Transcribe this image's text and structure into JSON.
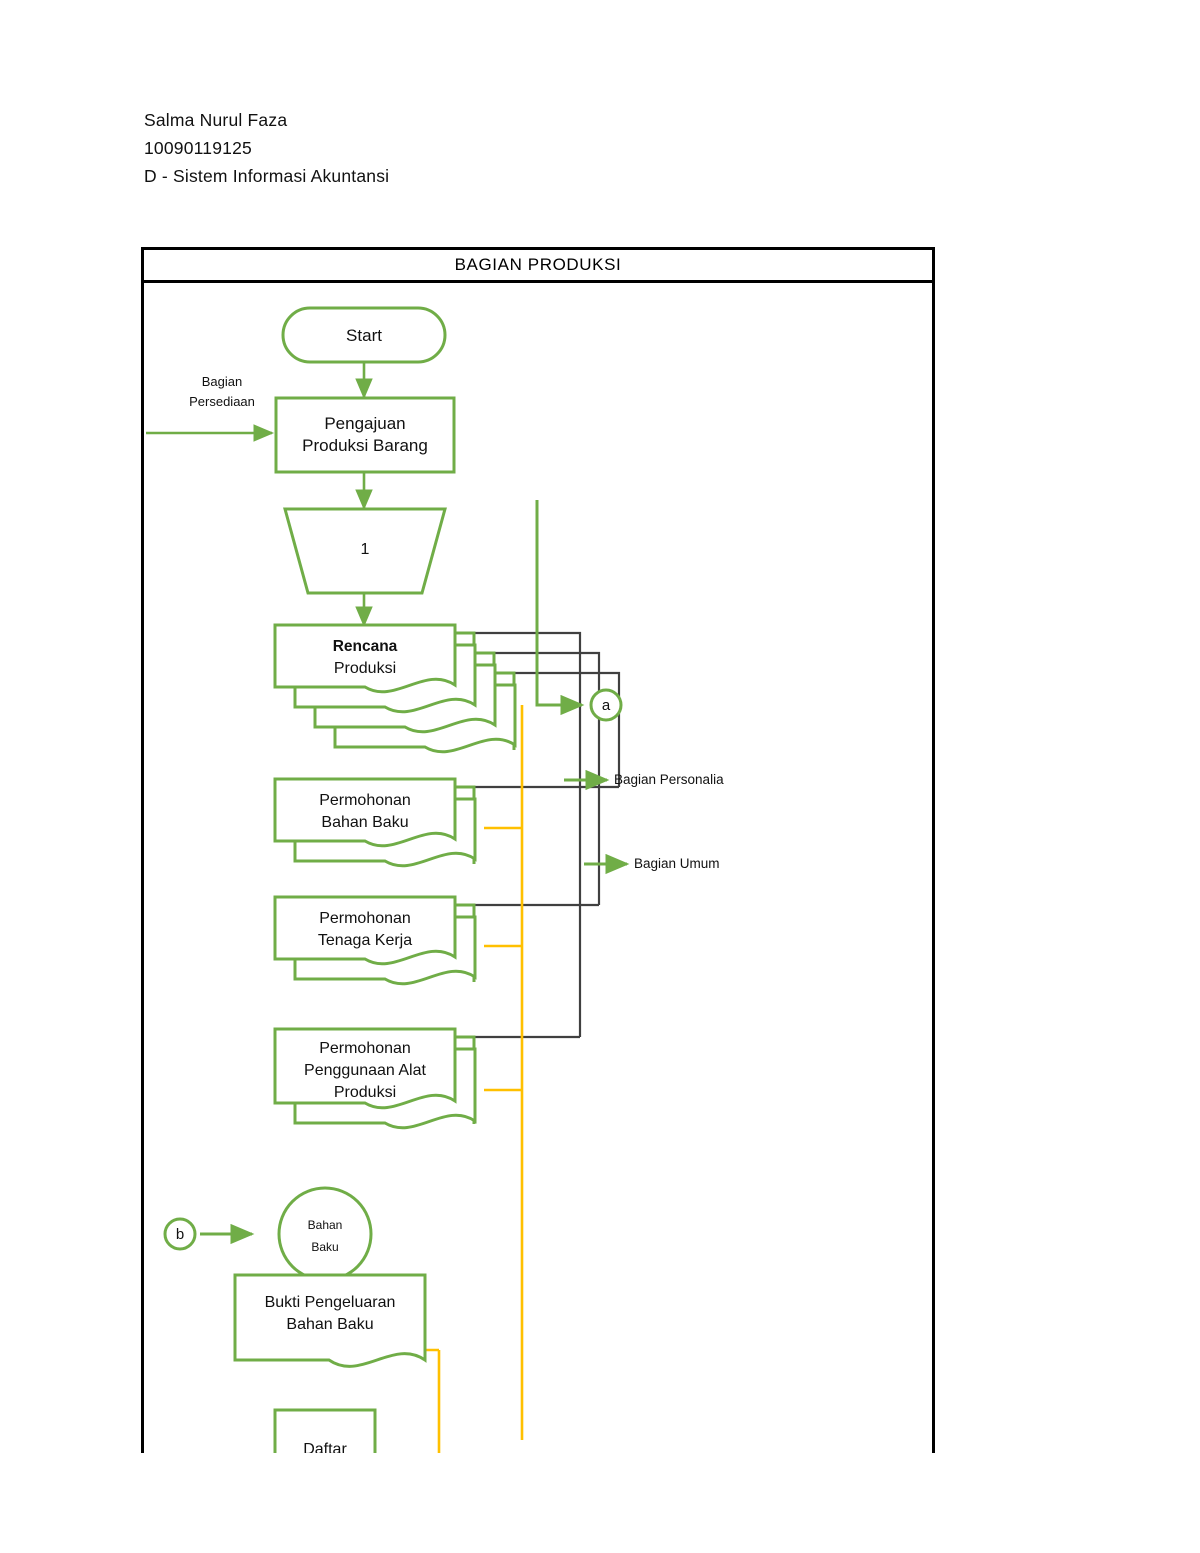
{
  "header": {
    "lines": [
      "Salma Nurul Faza",
      "10090119125",
      "D - Sistem Informasi Akuntansi"
    ],
    "name": "Salma Nurul Faza",
    "student_id": "10090119125",
    "course": "D - Sistem Informasi Akuntansi"
  },
  "chart": {
    "title": "BAGIAN PRODUKSI",
    "colors": {
      "shape_green": "#70AD47",
      "connector_orange": "#FFC000",
      "connector_dark": "#404040",
      "frame_black": "#000000",
      "text": "#111111"
    },
    "nodes": {
      "start": {
        "label": "Start",
        "type": "terminator"
      },
      "inflow_persediaan": {
        "label": "Bagian\nPersediaan",
        "line1": "Bagian",
        "line2": "Persediaan",
        "type": "inbound-flow-label"
      },
      "pengajuan": {
        "line1": "Pengajuan",
        "line2": "Produksi Barang",
        "type": "process"
      },
      "manual_op_1": {
        "label": "1",
        "type": "manual-operation"
      },
      "rencana_produksi": {
        "line1": "Rencana",
        "line2": "Produksi",
        "type": "multidocument",
        "copies": 4
      },
      "permohonan_bahan_baku": {
        "line1": "Permohonan",
        "line2": "Bahan Baku",
        "type": "multidocument",
        "copies": 2
      },
      "permohonan_tenaga_kerja": {
        "line1": "Permohonan",
        "line2": "Tenaga Kerja",
        "type": "multidocument",
        "copies": 2
      },
      "permohonan_alat": {
        "line1": "Permohonan",
        "line2": "Penggunaan Alat",
        "line3": "Produksi",
        "type": "multidocument",
        "copies": 2
      },
      "connector_a": {
        "label": "a",
        "type": "on-page-connector"
      },
      "connector_b": {
        "label": "b",
        "type": "on-page-connector"
      },
      "bahan_baku_circle": {
        "line1": "Bahan",
        "line2": "Baku",
        "type": "circle-node"
      },
      "bukti_pengeluaran": {
        "line1": "Bukti Pengeluaran",
        "line2": "Bahan Baku",
        "type": "document"
      },
      "daftar_cut": {
        "label": "Daftar",
        "type": "document-cut-off"
      }
    },
    "flow_labels": [
      {
        "id": "bagian-personalia",
        "text": "Bagian Personalia"
      },
      {
        "id": "bagian-umum",
        "text": "Bagian Umum"
      }
    ]
  }
}
